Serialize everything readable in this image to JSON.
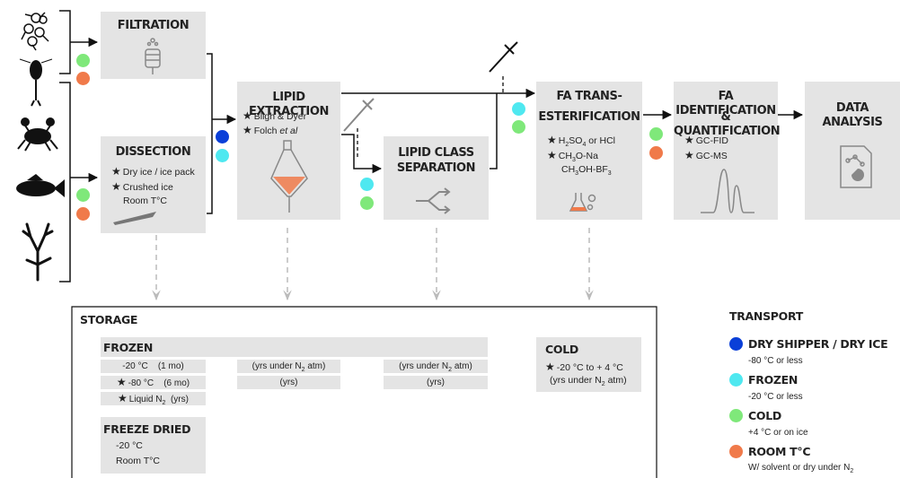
{
  "steps": {
    "filtration": "FILTRATION",
    "dissection": "DISSECTION",
    "dissection_items": [
      "Dry ice / ice pack",
      "Crushed ice",
      "Room T°C"
    ],
    "lipid_extraction": "LIPID EXTRACTION",
    "extraction_items": [
      "Bligh & Dyer",
      "Folch "
    ],
    "extraction_italic": "et al",
    "lipid_class_1": "LIPID CLASS",
    "lipid_class_2": "SEPARATION",
    "fa_trans_1": "FA TRANS-",
    "fa_trans_2": "ESTERIFICATION",
    "fa_trans_items": {
      "h2so4": "H",
      "h2so4_sub": "2",
      "h2so4_rest": "SO",
      "h2so4_sub2": "4",
      "h2so4_tail": " or HCl",
      "ch3ona": "CH",
      "ch3ona_sub": "3",
      "ch3ona_rest": "O-Na",
      "bf3": "CH",
      "bf3_sub": "3",
      "bf3_rest": "OH-BF",
      "bf3_sub2": "3"
    },
    "fa_id_1": "FA IDENTIFICATION",
    "fa_id_2": "& QUANTIFICATION",
    "fa_id_items": [
      "GC-FID",
      "GC-MS"
    ],
    "data_analysis": "DATA ANALYSIS"
  },
  "storage": {
    "title": "STORAGE",
    "frozen": "FROZEN",
    "frozen_rows": [
      {
        "temp": "-20 °C",
        "dur": "(1 mo)"
      },
      {
        "temp": "-80 °C",
        "dur": "(6 mo)"
      },
      {
        "temp": "Liquid N",
        "sub": "2",
        "dur": "(yrs)"
      }
    ],
    "col_extraction": {
      "a": "(yrs under N",
      "a_sub": "2",
      "a_tail": " atm)",
      "b": "(yrs)"
    },
    "col_class": {
      "a": "(yrs under N",
      "a_sub": "2",
      "a_tail": " atm)",
      "b": "(yrs)"
    },
    "freeze_dried": "FREEZE DRIED",
    "freeze_dried_items": [
      "-20 °C",
      "Room T°C"
    ],
    "cold": "COLD",
    "cold_items": {
      "a": "-20 °C to + 4 °C",
      "b": "(yrs under N",
      "b_sub": "2",
      "b_tail": " atm)"
    }
  },
  "legend": {
    "title": "TRANSPORT",
    "items": [
      {
        "label": "DRY SHIPPER / DRY ICE",
        "desc": "-80 °C or less",
        "color": "#0a3fd8"
      },
      {
        "label": "FROZEN",
        "desc": "-20 °C or less",
        "color": "#4fe8f0"
      },
      {
        "label": "COLD",
        "desc": "+4 °C or on ice",
        "color": "#7fe87a"
      },
      {
        "label": "ROOM T°C",
        "desc": "W/ solvent or dry under N",
        "desc_sub": "2",
        "color": "#f07a4a"
      }
    ]
  },
  "colors": {
    "box": "#e4e4e4",
    "arrow": "#111111",
    "dashed": "#bbbbbb"
  }
}
